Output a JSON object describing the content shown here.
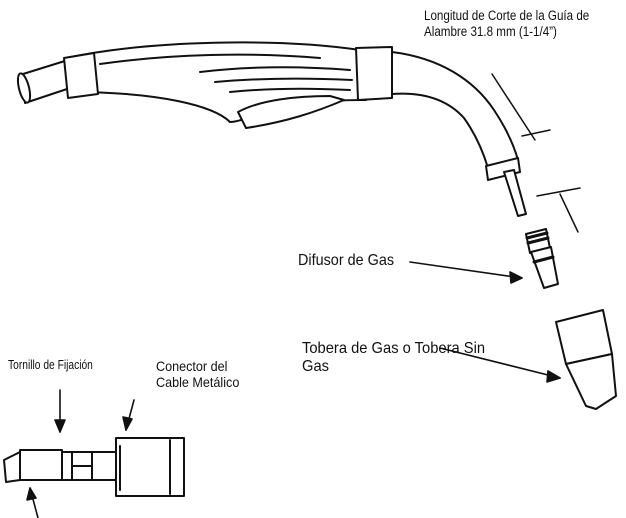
{
  "labels": {
    "guide_cut_length": {
      "line1": "Longitud de Corte de la Guía de",
      "line2": "Alambre 31.8 mm (1-1/4”)"
    },
    "gas_diffuser": {
      "line1": "Difusor de Gas"
    },
    "nozzle": {
      "line1": "Tobera de Gas o Tobera Sin",
      "line2": "Gas"
    },
    "set_screw": {
      "line1": "Tornillo de Fijación"
    },
    "cable_connector": {
      "line1": "Conector del",
      "line2": "Cable Metálico"
    }
  },
  "colors": {
    "stroke": "#111111",
    "fill": "#ffffff"
  }
}
